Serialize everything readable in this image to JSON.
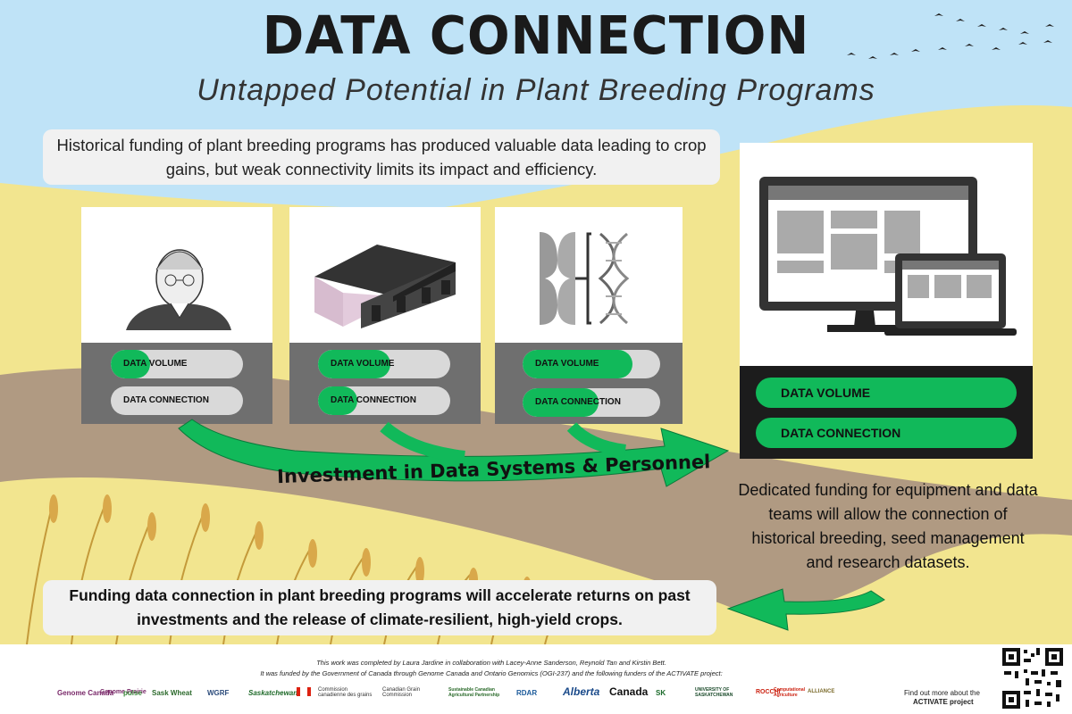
{
  "title": "DATA CONNECTION",
  "subtitle": "Untapped Potential in Plant Breeding Programs",
  "intro": "Historical funding of plant breeding programs has produced valuable data leading to crop gains, but weak connectivity limits its impact and efficiency.",
  "metric_labels": {
    "volume": "DATA VOLUME",
    "connection": "DATA CONNECTION"
  },
  "stages": [
    {
      "image": "scientist-portrait",
      "data_volume": 0.3,
      "data_connection": 0.0
    },
    {
      "image": "research-building",
      "data_volume": 0.55,
      "data_connection": 0.3
    },
    {
      "image": "chromosome-dna",
      "data_volume": 0.8,
      "data_connection": 0.55
    },
    {
      "image": "computer-screens",
      "data_volume": 1.0,
      "data_connection": 1.0
    }
  ],
  "arrow_label": "Investment in Data Systems & Personnel",
  "dedicated_text": "Dedicated funding for equipment and data teams will allow the connection of historical breeding, seed management and research datasets.",
  "bottom_message": "Funding data connection in plant breeding programs will accelerate returns on past investments and the release of climate-resilient, high-yield crops.",
  "credit_line1": "This work was completed by Laura Jardine in collaboration with Lacey-Anne Sanderson, Reynold Tan and Kirstin Bett.",
  "credit_line2": "It was funded by the Government of Canada through Genome Canada and Ontario Genomics (OGI-237) and the following funders of the ACTIVATE project:",
  "logos": [
    "Genome Canada",
    "Genome Prairie",
    "pulse",
    "Sask Wheat",
    "WGRF",
    "Saskatchewan",
    "Commission canadienne des grains",
    "Canadian Grain Commission",
    "Sustainable Canadian Agricultural Partnership",
    "RDAR",
    "Alberta",
    "Canada",
    "SK",
    "UNIVERSITY OF SASKATCHEWAN",
    "ROCCHI",
    "Computational Agriculture",
    "ALLIANCE"
  ],
  "find_more": "Find out more about the",
  "find_more_project": "ACTIVATE project",
  "colors": {
    "sky": "#bfe3f7",
    "green": "#11b95a",
    "wheat": "#f2e58f",
    "soil": "#b09a82",
    "panel": "#6f6f6f"
  }
}
